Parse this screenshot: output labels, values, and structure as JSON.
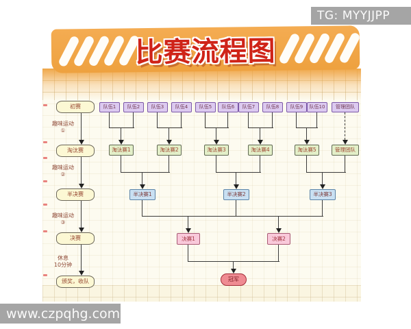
{
  "watermarks": {
    "top_right": "TG: MYYJJPP",
    "bottom_left": "www.czpqhg.com"
  },
  "header": {
    "title": "比赛流程图"
  },
  "flowchart": {
    "stages": [
      "初赛",
      "淘汰赛",
      "半决赛",
      "决赛",
      "颁奖，收队"
    ],
    "stage_annotations": [
      [
        "趣味运动",
        "①"
      ],
      [
        "趣味运动",
        "②"
      ],
      [
        "趣味运动",
        "③"
      ],
      [
        "休息",
        "10分钟"
      ]
    ],
    "teams": [
      "队伍1",
      "队伍2",
      "队伍3",
      "队伍4",
      "队伍5",
      "队伍6",
      "队伍7",
      "队伍8",
      "队伍9",
      "队伍10",
      "管理团队"
    ],
    "round1": [
      "淘汰赛1",
      "淘汰赛2",
      "淘汰赛3",
      "淘汰赛4",
      "淘汰赛5",
      "管理团队"
    ],
    "semifinals": [
      "半决赛1",
      "半决赛2",
      "半决赛3"
    ],
    "finals": [
      "决赛1",
      "决赛2"
    ],
    "champion": "冠军"
  },
  "colors": {
    "ribbon_orange": "#f2a649",
    "title_red": "#cf2318",
    "stage_fill": "#fcf8d4",
    "team_fill": "#dccaf0",
    "team_border": "#7b57a8",
    "elimination_fill": "#e3efc8",
    "semifinal_fill": "#c9e0f2",
    "final_fill": "#f9c9da",
    "champion_fill": "#ef8b92",
    "watermark_gray": "#a5a5a5"
  }
}
